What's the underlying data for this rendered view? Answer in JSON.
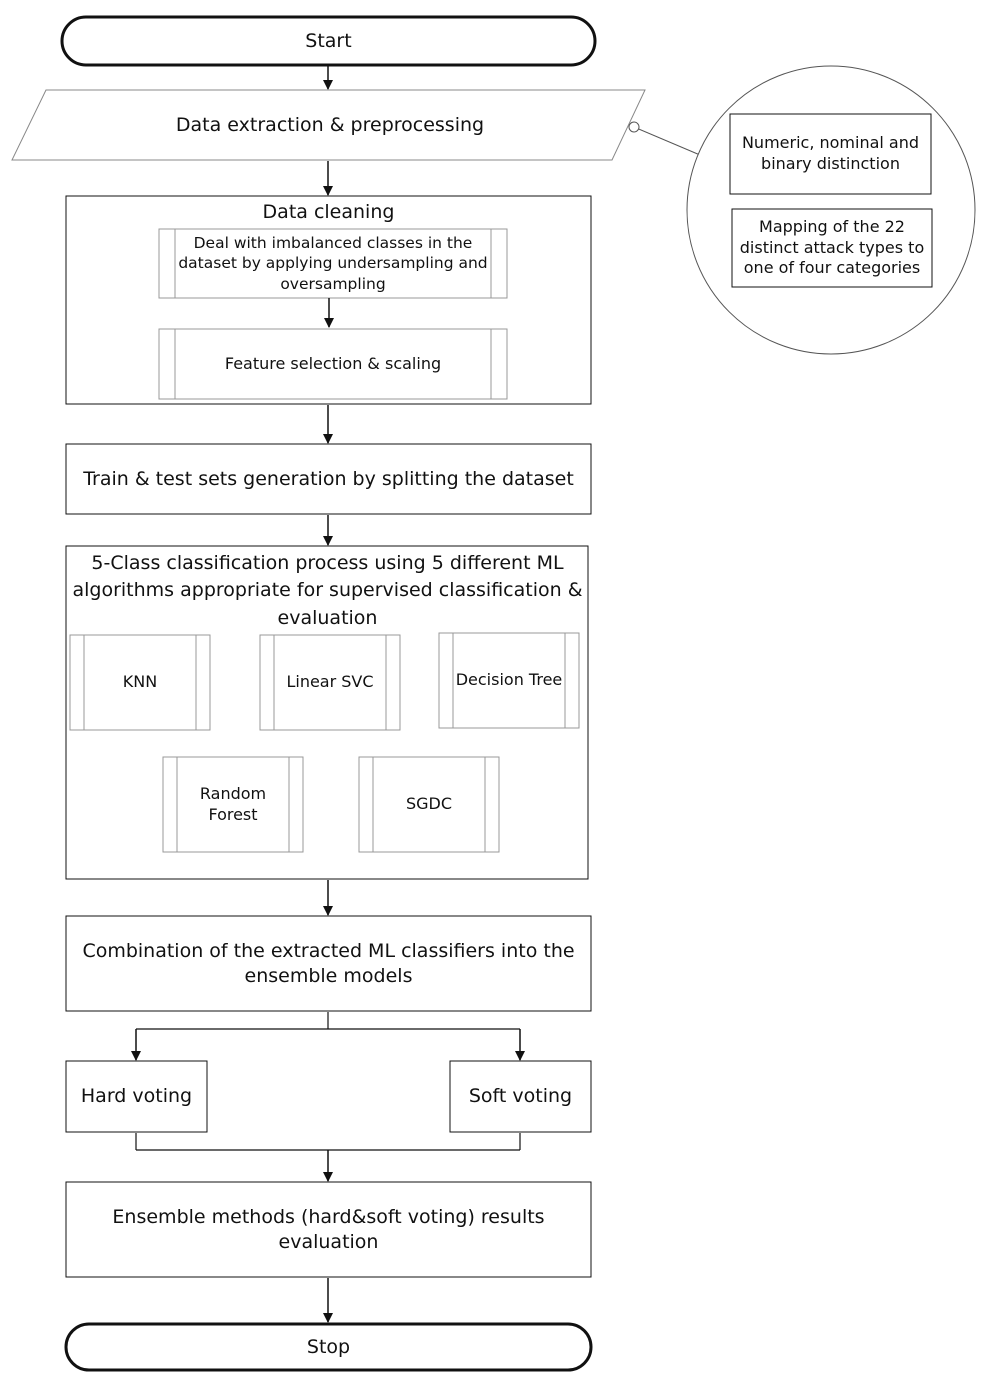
{
  "start": "Start",
  "extraction": "Data extraction & preprocessing",
  "notes": {
    "note1": "Numeric, nominal and binary distinction",
    "note2": "Mapping of the 22 distinct attack types to one of four categories"
  },
  "cleaning": {
    "title": "Data cleaning",
    "step1": "Deal with imbalanced classes in the dataset by applying undersampling and oversampling",
    "step2": "Feature selection & scaling"
  },
  "split": "Train & test sets generation by splitting the dataset",
  "classification": {
    "title": "5-Class classification process using 5 different ML algorithms appropriate for supervised classification & evaluation",
    "algorithms": [
      "KNN",
      "Linear SVC",
      "Decision Tree",
      "Random Forest",
      "SGDC"
    ]
  },
  "combination": "Combination of the extracted ML classifiers into the ensemble models",
  "hard_voting": "Hard voting",
  "soft_voting": "Soft voting",
  "evaluation": "Ensemble methods (hard&soft voting) results evaluation",
  "stop": "Stop"
}
